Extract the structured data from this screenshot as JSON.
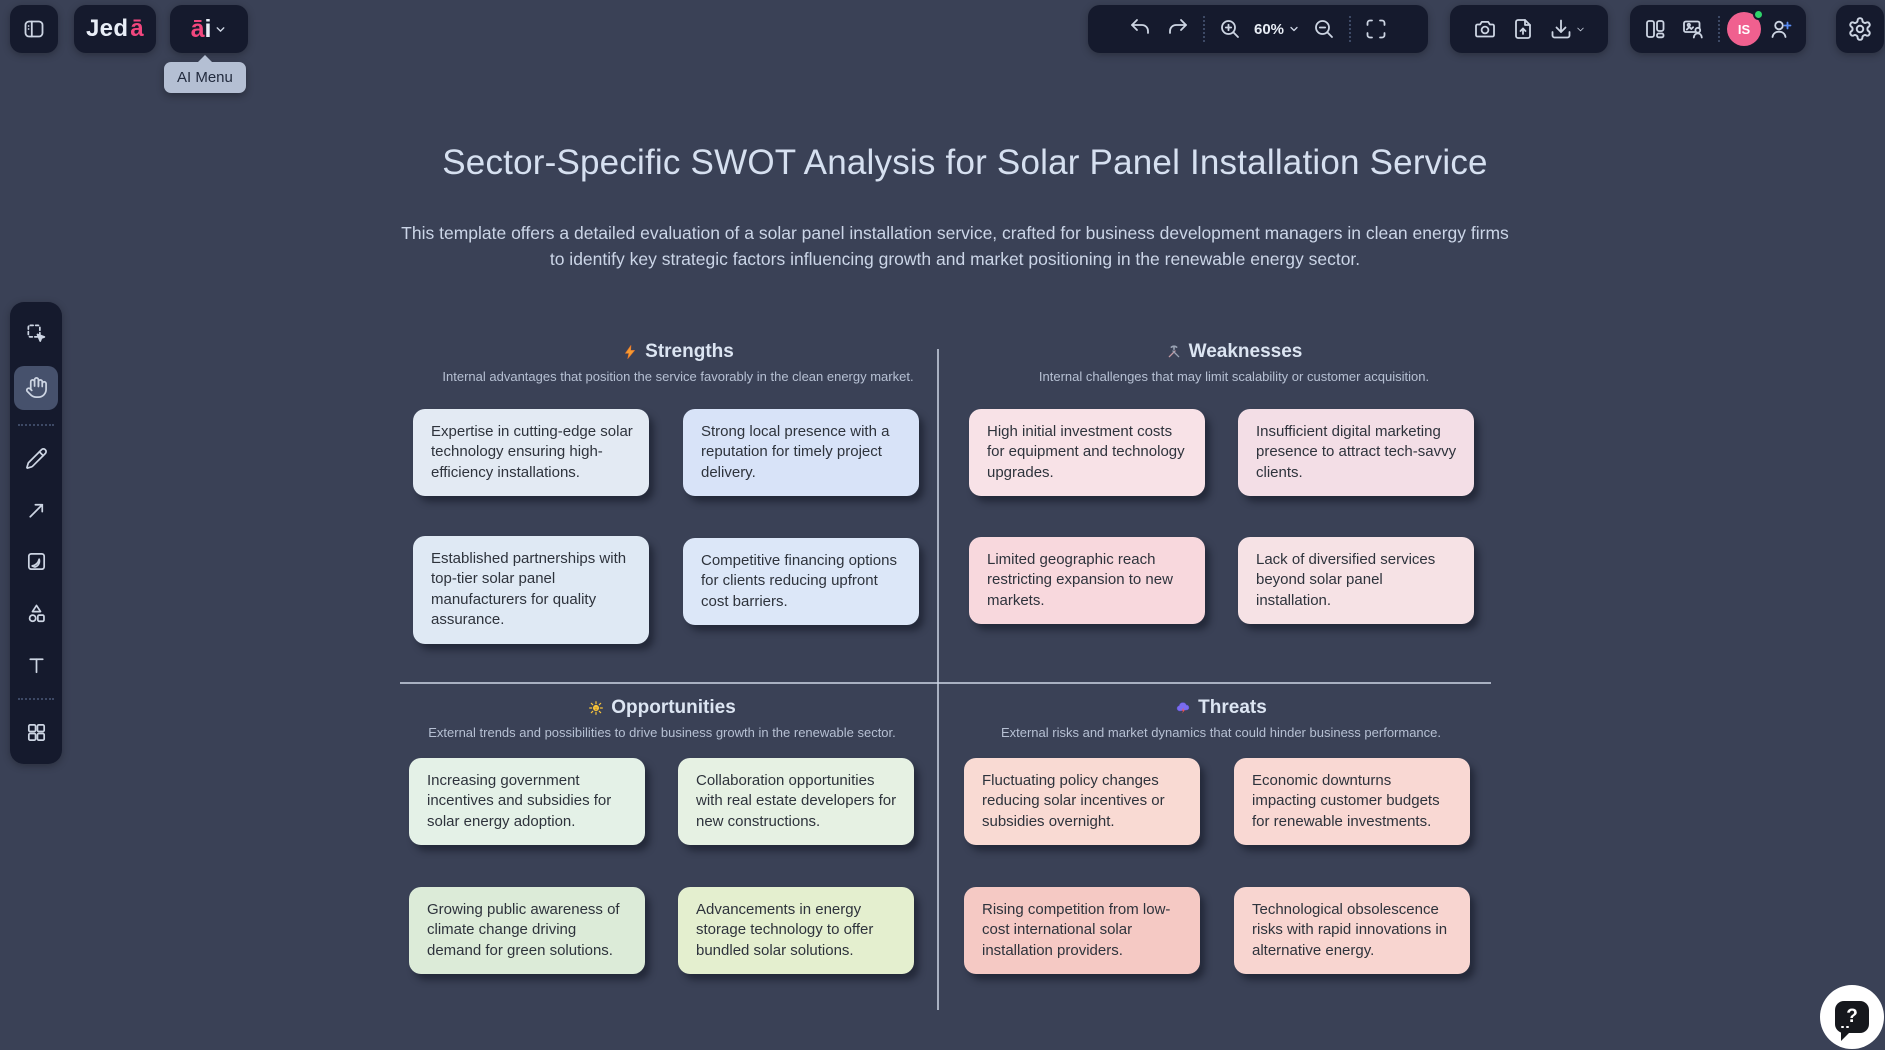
{
  "brand": {
    "logo_prefix": "Jed",
    "logo_accent": "ā",
    "ai_accent": "ā",
    "ai_rest": "i",
    "tooltip": "AI Menu",
    "accent_color": "#f2477e"
  },
  "topbar": {
    "zoom_label": "60%",
    "avatar_initials": "IS",
    "avatar_color": "#f0608f",
    "presence_color": "#2fd46a",
    "icons": [
      "undo",
      "redo",
      "zoom-in",
      "zoom-out",
      "fullscreen",
      "screenshot-camera",
      "file-upload",
      "download",
      "split-view",
      "present",
      "invite-user",
      "settings-gear"
    ]
  },
  "left_toolbar": {
    "active_tool": "hand",
    "tools": [
      "select",
      "hand",
      "pen",
      "arrow",
      "image",
      "shapes",
      "text",
      "templates-grid"
    ]
  },
  "help": {
    "label": "?"
  },
  "canvas": {
    "title": "Sector-Specific SWOT Analysis for Solar Panel Installation Service",
    "description": "This template offers a detailed evaluation of a solar panel installation service, crafted for business development managers in clean energy firms to identify key strategic factors influencing growth and market positioning in the renewable energy sector.",
    "quadrants": [
      {
        "id": "strengths",
        "label": "Strengths",
        "icon": "lightning-icon",
        "subtitle": "Internal advantages that position the service favorably in the clean energy market.",
        "cards": [
          {
            "text": "Expertise in cutting-edge solar technology ensuring high-efficiency installations.",
            "bg": "#e3eaf3"
          },
          {
            "text": "Strong local presence with a reputation for timely project delivery.",
            "bg": "#d8e3f8"
          },
          {
            "text": "Established partnerships with top-tier solar panel manufacturers for quality assurance.",
            "bg": "#dfe9f4"
          },
          {
            "text": "Competitive financing options for clients reducing upfront cost barriers.",
            "bg": "#dce7f8"
          }
        ]
      },
      {
        "id": "weaknesses",
        "label": "Weaknesses",
        "icon": "hammer-pick-icon",
        "subtitle": "Internal challenges that may limit scalability or customer acquisition.",
        "cards": [
          {
            "text": "High initial investment costs for equipment and technology upgrades.",
            "bg": "#f8e2e7"
          },
          {
            "text": "Insufficient digital marketing presence to attract tech-savvy clients.",
            "bg": "#f3dee6"
          },
          {
            "text": "Limited geographic reach restricting expansion to new markets.",
            "bg": "#f8d8dd"
          },
          {
            "text": "Lack of diversified services beyond solar panel installation.",
            "bg": "#f6e2e5"
          }
        ]
      },
      {
        "id": "opportunities",
        "label": "Opportunities",
        "icon": "sun-icon",
        "subtitle": "External trends and possibilities to drive business growth in the renewable sector.",
        "cards": [
          {
            "text": "Increasing government incentives and subsidies for solar energy adoption.",
            "bg": "#e4f1e7"
          },
          {
            "text": "Collaboration opportunities with real estate developers for new constructions.",
            "bg": "#e6f1e3"
          },
          {
            "text": "Growing public awareness of climate change driving demand for green solutions.",
            "bg": "#dcebd8"
          },
          {
            "text": "Advancements in energy storage technology to offer bundled solar solutions.",
            "bg": "#e4efcf"
          }
        ]
      },
      {
        "id": "threats",
        "label": "Threats",
        "icon": "storm-cloud-icon",
        "subtitle": "External risks and market dynamics that could hinder business performance.",
        "cards": [
          {
            "text": "Fluctuating policy changes reducing solar incentives or subsidies overnight.",
            "bg": "#f9dad3"
          },
          {
            "text": "Economic downturns impacting customer budgets for renewable investments.",
            "bg": "#f9d8d3"
          },
          {
            "text": "Rising competition from low-cost international solar installation providers.",
            "bg": "#f5c9c4"
          },
          {
            "text": "Technological obsolescence risks with rapid innovations in alternative energy.",
            "bg": "#f8d5d0"
          }
        ]
      }
    ]
  }
}
